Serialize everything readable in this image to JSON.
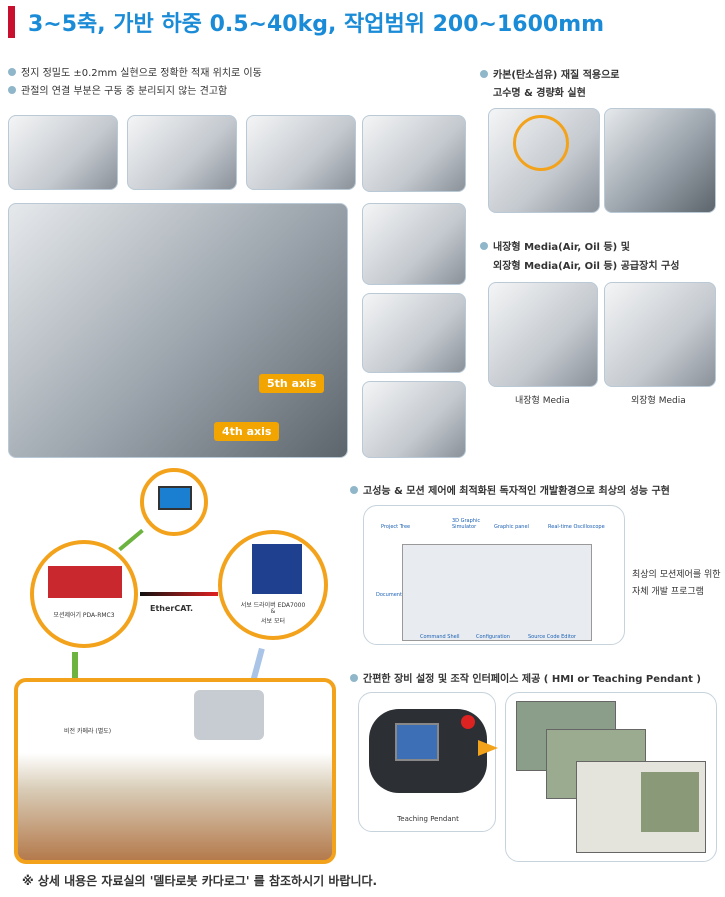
{
  "header": {
    "title": "3~5축, 가반 하중 0.5~40kg, 작업범위 200~1600mm"
  },
  "left_bullets": [
    "정지 정밀도 ±0.2mm 실현으로 정확한 적재 위치로 이동",
    "관절의 연결 부분은 구동 중 분리되지 않는 견고함"
  ],
  "carbon": {
    "line1": "카본(탄소섬유) 재질 적용으로",
    "line2": "고수명 & 경량화 실현"
  },
  "media": {
    "line1": "내장형 Media(Air, Oil 등) 및",
    "line2": "외장형 Media(Air, Oil 등) 공급장치 구성",
    "internal": "내장형 Media",
    "external": "외장형 Media"
  },
  "axes": {
    "axis5": "5th axis",
    "axis4": "4th axis"
  },
  "system": {
    "controller": "모션제어기 PDA-RMC3",
    "servo_line1": "서보 드라이버 EDA7000",
    "servo_line2": "&",
    "servo_line3": "서보 모터",
    "ethercat": "EtherCAT.",
    "vision": "비전 카메라 (별도)"
  },
  "software": {
    "heading": "고성능 & 모션 제어에 최적화된 독자적인 개발환경으로 최상의 성능 구현",
    "labels": [
      "Project Tree",
      "3D Graphic Simulator",
      "Graphic panel",
      "Real-time Oscilloscope",
      "Document",
      "Command Shell",
      "Configuration",
      "Source Code Editor"
    ],
    "desc1": "최상의 모션제어를 위한",
    "desc2": "자체 개발 프로그램"
  },
  "hmi": {
    "heading": "간편한 장비 설정 및 조작 인터페이스 제공 ( HMI or Teaching Pendant )",
    "pendant": "Teaching Pendant"
  },
  "footer": "※ 상세 내용은 자료실의 '델타로봇 카다로그' 를 참조하시기 바랍니다.",
  "colors": {
    "title": "#1a8bd6",
    "accent": "#c8102e",
    "orange": "#f3a21b"
  }
}
